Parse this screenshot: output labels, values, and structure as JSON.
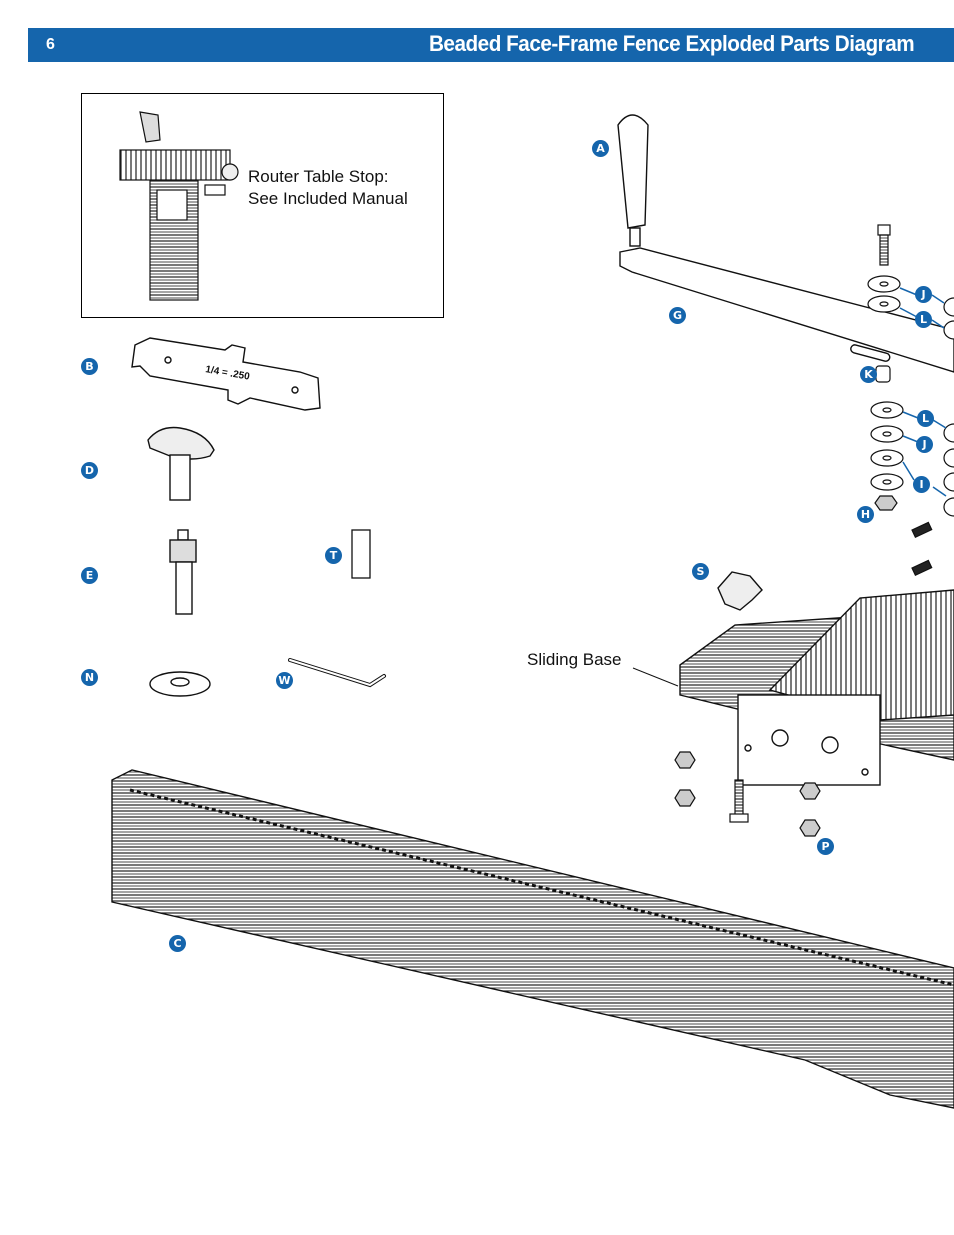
{
  "header": {
    "page_number": "6",
    "title": "Beaded Face-Frame Fence Exploded Parts Diagram",
    "color": "#1565ac"
  },
  "inset": {
    "caption_line1": "Router Table Stop:",
    "caption_line2": "See Included Manual"
  },
  "labels": {
    "sliding_base": "Sliding Base"
  },
  "callouts": {
    "A": "A",
    "B": "B",
    "C": "C",
    "D": "D",
    "E": "E",
    "G": "G",
    "H": "H",
    "I": "I",
    "J1": "J",
    "J2": "J",
    "K": "K",
    "L1": "L",
    "L2": "L",
    "N": "N",
    "P": "P",
    "S": "S",
    "T": "T",
    "W": "W"
  },
  "gauge_text": "1/4 = .250"
}
